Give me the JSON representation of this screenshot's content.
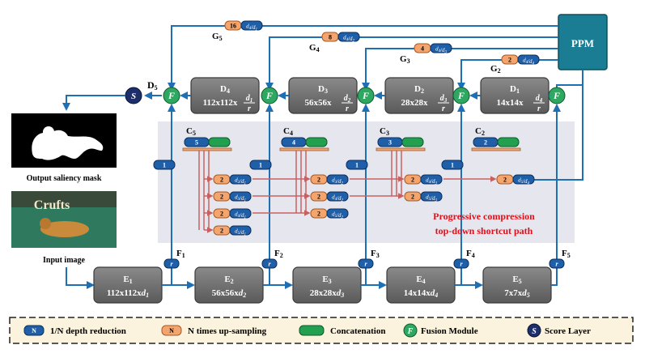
{
  "diagram": {
    "ppm": "PPM",
    "encoders": [
      {
        "id": "E",
        "sub": "1",
        "size": "112x112x",
        "d": "d",
        "dsub": "1"
      },
      {
        "id": "E",
        "sub": "2",
        "size": "56x56x",
        "d": "d",
        "dsub": "2"
      },
      {
        "id": "E",
        "sub": "3",
        "size": "28x28x",
        "d": "d",
        "dsub": "3"
      },
      {
        "id": "E",
        "sub": "4",
        "size": "14x14x",
        "d": "d",
        "dsub": "4"
      },
      {
        "id": "E",
        "sub": "5",
        "size": "7x7x",
        "d": "d",
        "dsub": "5"
      }
    ],
    "decoders": [
      {
        "id": "D",
        "sub": "4",
        "size": "112x112x",
        "num": "d",
        "nsub": "1",
        "den": "r"
      },
      {
        "id": "D",
        "sub": "3",
        "size": "56x56x",
        "num": "d",
        "nsub": "2",
        "den": "r"
      },
      {
        "id": "D",
        "sub": "2",
        "size": "28x28x",
        "num": "d",
        "nsub": "3",
        "den": "r"
      },
      {
        "id": "D",
        "sub": "1",
        "size": "14x14x",
        "num": "d",
        "nsub": "4",
        "den": "r"
      }
    ],
    "f_labels": [
      "F",
      "F",
      "F",
      "F",
      "F"
    ],
    "f_subs": [
      "1",
      "2",
      "3",
      "4",
      "5"
    ],
    "c_labels": [
      "C",
      "C",
      "C",
      "C"
    ],
    "c_subs": [
      "5",
      "4",
      "3",
      "2"
    ],
    "c_tag_values": [
      "5",
      "4",
      "3",
      "2"
    ],
    "g_labels": [
      "G",
      "G",
      "G",
      "G"
    ],
    "g_subs": [
      "5",
      "4",
      "3",
      "2"
    ],
    "g_counts": [
      "16",
      "8",
      "4",
      "2"
    ],
    "g_fracs": [
      "d_4/d_1",
      "d_4/d_2",
      "d_4/d_3",
      "d_4/d_4"
    ],
    "d5_label": "D",
    "d5_sub": "5",
    "r_label": "r",
    "fusion_symbol": "F",
    "score_symbol": "S",
    "block_one": "1",
    "block_two": "2",
    "shortcut_fracs": {
      "c5": [
        "d_2/d_1",
        "d_3/d_1",
        "d_4/d_1",
        "d_5/d_1"
      ],
      "c4": [
        "d_3/d_2",
        "d_4/d_2",
        "d_5/d_2"
      ],
      "c3": [
        "d_4/d_3",
        "d_5/d_3"
      ],
      "c2": [
        "d_5/d_4"
      ]
    },
    "output_caption": "Output saliency mask",
    "input_caption": "Input image",
    "input_image_text": "Crufts",
    "path_caption_line1": "Progressive compression",
    "path_caption_line2": "top-down shortcut path"
  },
  "legend": {
    "items": [
      {
        "icon": "N",
        "label": "1/N depth reduction"
      },
      {
        "icon": "N",
        "label": "N times up-sampling"
      },
      {
        "icon": "",
        "label": "Concatenation"
      },
      {
        "icon": "F",
        "label": "Fusion Module"
      },
      {
        "icon": "S",
        "label": "Score Layer"
      }
    ]
  },
  "colors": {
    "blue_arrow": "#1f6fb4",
    "red_arrow": "#c86060",
    "depth_block": "#1f5fa8",
    "upsample_block": "#f4a56e",
    "concat_block": "#22a050",
    "fusion": "#2ea860",
    "score": "#1d2f6b",
    "module_box": "#6e6e6e",
    "ppm": "#1b7d94",
    "shaded_region": "#e6e6ee",
    "title_red": "#e0101a"
  }
}
